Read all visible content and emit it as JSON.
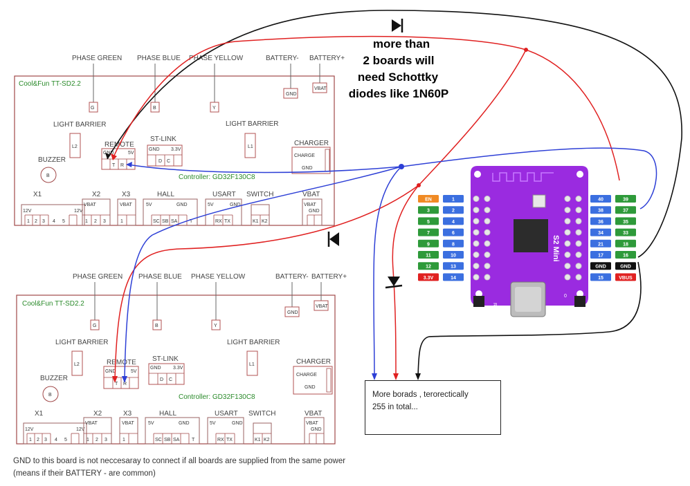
{
  "note": {
    "line1": "more than",
    "line2": "2 boards will",
    "line3": "need Schottky",
    "line4": "diodes like 1N60P"
  },
  "boards": [
    {
      "title": "Cool&Fun TT-SD2.2",
      "controller": "Controller: GD32F130C8",
      "top_labels": {
        "phase_green": "PHASE GREEN",
        "phase_blue": "PHASE BLUE",
        "phase_yellow": "PHASE YELLOW",
        "battery_minus": "BATTERY-",
        "battery_plus": "BATTERY+"
      },
      "pads": {
        "g": "G",
        "b": "B",
        "y": "Y",
        "gnd": "GND",
        "vbat": "VBAT"
      },
      "light_barrier": "LIGHT BARRIER",
      "l1": "L1",
      "l2": "L2",
      "buzzer": "BUZZER",
      "buzzer_pin": "B",
      "remote": "REMOTE",
      "remote_pins": {
        "gnd": "GND",
        "t": "T",
        "r": "R",
        "v5": "5V"
      },
      "stlink": "ST-LINK",
      "stlink_pins": {
        "gnd": "GND",
        "d": "D",
        "c": "C",
        "v33": "3.3V"
      },
      "charger": "CHARGER",
      "charger_pins": {
        "charge": "CHARGE",
        "gnd": "GND"
      },
      "x1": "X1",
      "x2": "X2",
      "x3": "X3",
      "hall": "HALL",
      "usart": "USART",
      "switch": "SWITCH",
      "vbat": "VBAT",
      "x1_pins": {
        "v12": "12V",
        "n1": "1",
        "n2": "2",
        "n3": "3",
        "n4": "4",
        "n5": "5",
        "v12b": "12V"
      },
      "x2_pins": {
        "vbat": "VBAT",
        "n1": "1",
        "n2": "2",
        "n3": "3"
      },
      "x3_pins": {
        "vbat": "VBAT",
        "n1": "1"
      },
      "hall_pins": {
        "v5": "5V",
        "gnd": "GND",
        "sc": "SC",
        "sb": "SB",
        "sa": "SA",
        "t": "T"
      },
      "usart_pins": {
        "v5": "5V",
        "gnd": "GND",
        "rx": "RX",
        "tx": "TX"
      },
      "switch_pins": {
        "k1": "K1",
        "k2": "K2"
      },
      "vbat_pins": {
        "vbat": "VBAT",
        "gnd": "GND"
      }
    }
  ],
  "mcu": {
    "name": "S2 Mini",
    "rst": "RST",
    "b0": "0",
    "left_outer": [
      "EN",
      "3",
      "5",
      "7",
      "9",
      "11",
      "12",
      "3.3V"
    ],
    "left_inner": [
      "1",
      "2",
      "4",
      "6",
      "8",
      "10",
      "13",
      "14"
    ],
    "right_inner": [
      "40",
      "38",
      "36",
      "34",
      "21",
      "17",
      "GND",
      "15"
    ],
    "right_outer": [
      "39",
      "37",
      "35",
      "33",
      "18",
      "16",
      "GND",
      "VBUS"
    ]
  },
  "more_boards": {
    "line1": "More borads , terorectically",
    "line2": "255 in total..."
  },
  "footer": {
    "line1": "GND to this board is not neccesaray to connect if all boards are supplied from the same power",
    "line2": "(means if their BATTERY - are common)"
  },
  "colors": {
    "red": "#e02020",
    "blue": "#2d3fd6",
    "black": "#111111",
    "board": "#a04848",
    "mcu": "#9a2be0"
  }
}
